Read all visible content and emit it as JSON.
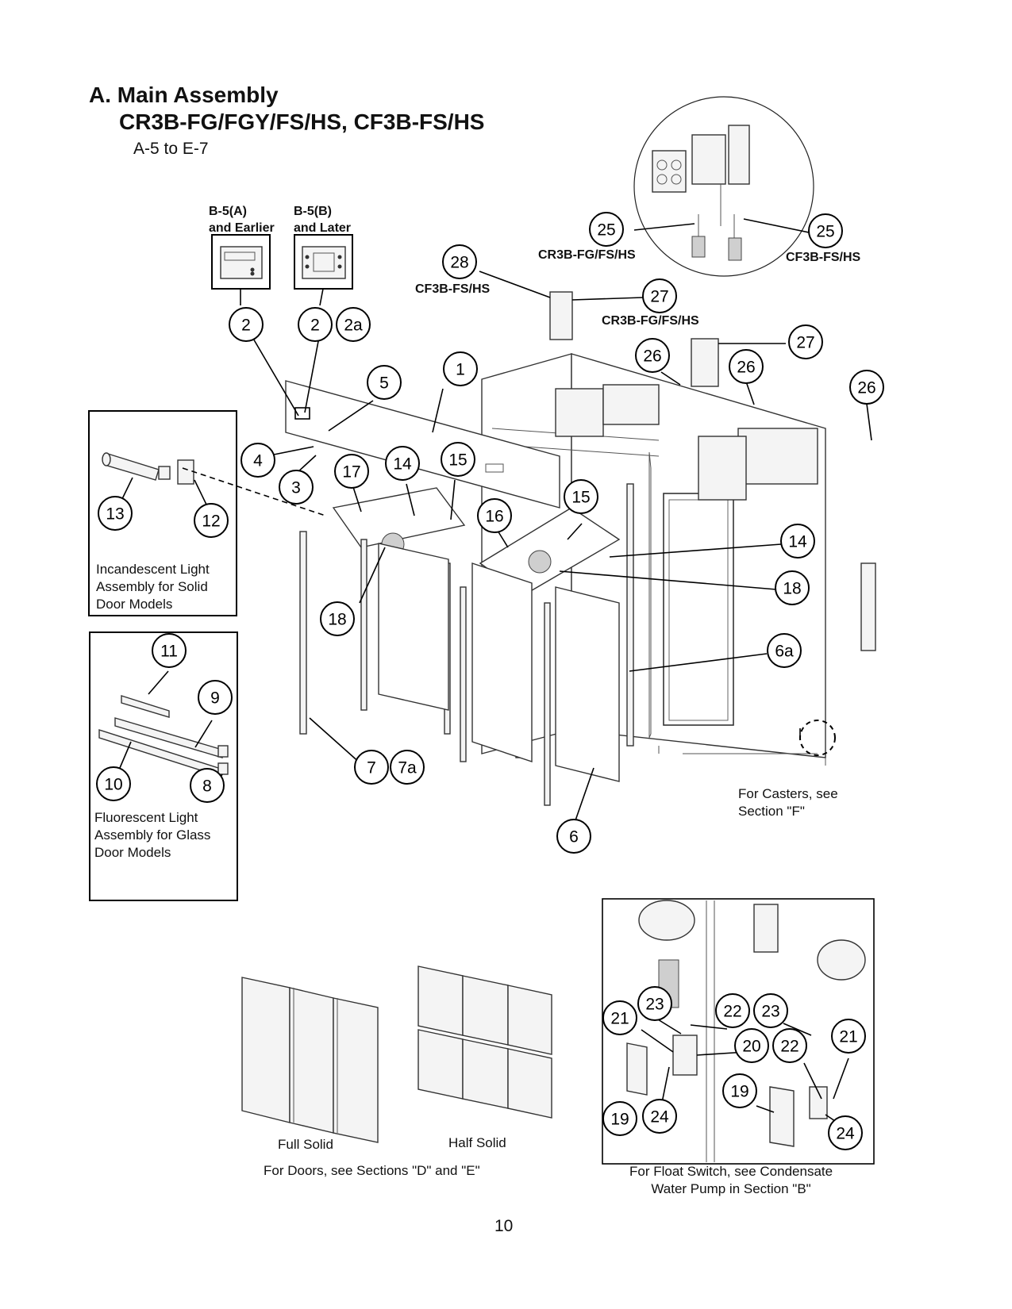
{
  "title": {
    "section": "A. Main Assembly",
    "models": "CR3B-FG/FGY/FS/HS, CF3B-FS/HS",
    "serial_range": "A-5 to E-7"
  },
  "controller_headers": {
    "a": [
      "B-5(A)",
      "and Earlier"
    ],
    "b": [
      "B-5(B)",
      "and Later"
    ]
  },
  "model_labels": {
    "cord_cr3b": "CR3B-FG/FS/HS",
    "cord_cf3b": "CF3B-FS/HS",
    "box_cf3b": "CF3B-FS/HS",
    "box_cr3b": "CR3B-FG/FS/HS"
  },
  "notes": {
    "incandescent": [
      "Incandescent Light",
      "Assembly for Solid",
      "Door  Models"
    ],
    "fluorescent": [
      "Fluorescent Light",
      "Assembly for Glass",
      "Door Models"
    ],
    "casters": [
      "For Casters, see",
      "Section \"F\""
    ],
    "door_full": "Full Solid",
    "door_half": "Half Solid",
    "doors_ref": "For Doors, see Sections \"D\" and \"E\"",
    "float_switch": [
      "For Float Switch, see Condensate",
      "Water Pump in Section \"B\""
    ]
  },
  "callouts": [
    "1",
    "2",
    "2a",
    "3",
    "4",
    "5",
    "6",
    "6a",
    "7",
    "7a",
    "8",
    "9",
    "10",
    "11",
    "12",
    "13",
    "14",
    "15",
    "16",
    "17",
    "18",
    "19",
    "20",
    "21",
    "22",
    "23",
    "24",
    "25",
    "26",
    "27",
    "28"
  ],
  "page_number": "10"
}
